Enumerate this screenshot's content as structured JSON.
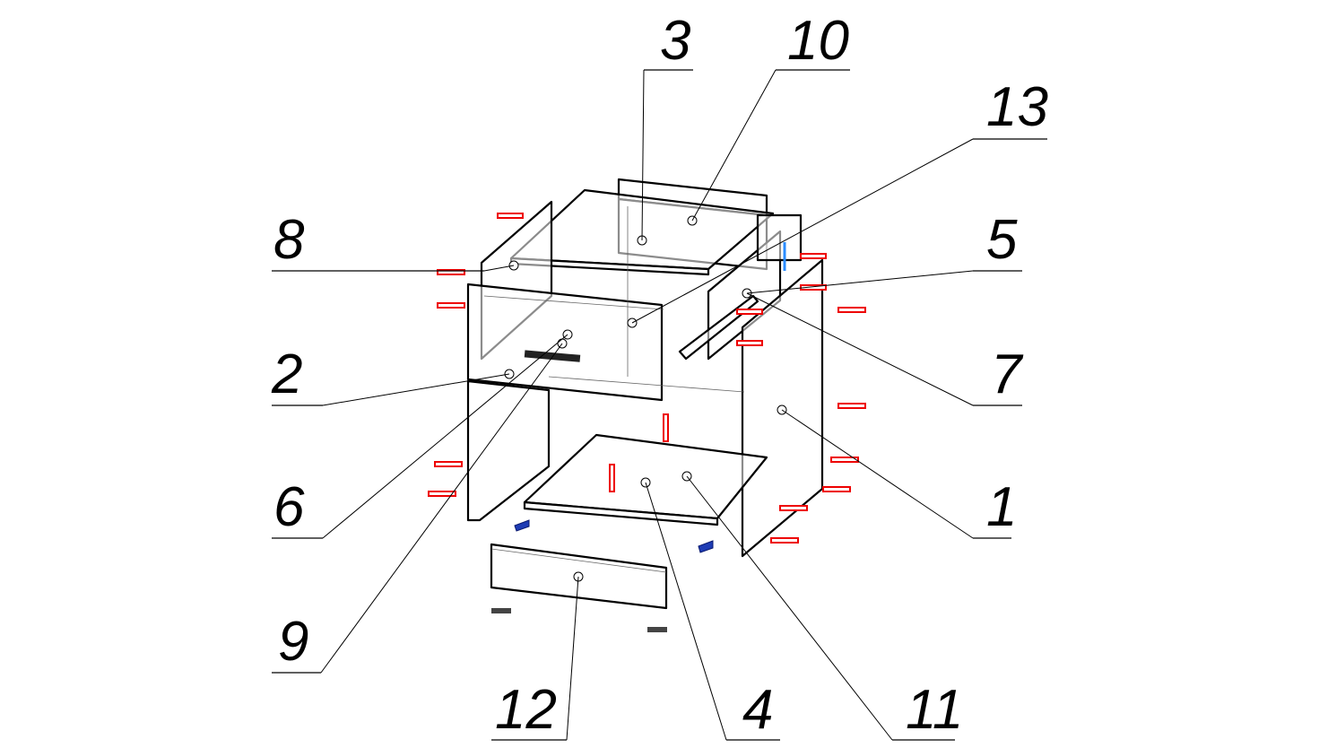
{
  "diagram": {
    "type": "exploded-assembly",
    "callouts": [
      {
        "id": "1",
        "label": "1"
      },
      {
        "id": "2",
        "label": "2"
      },
      {
        "id": "3",
        "label": "3"
      },
      {
        "id": "4",
        "label": "4"
      },
      {
        "id": "5",
        "label": "5"
      },
      {
        "id": "6",
        "label": "6"
      },
      {
        "id": "7",
        "label": "7"
      },
      {
        "id": "8",
        "label": "8"
      },
      {
        "id": "9",
        "label": "9"
      },
      {
        "id": "10",
        "label": "10"
      },
      {
        "id": "11",
        "label": "11"
      },
      {
        "id": "12",
        "label": "12"
      },
      {
        "id": "13",
        "label": "13"
      }
    ],
    "colors": {
      "fastener": "#e00000",
      "support": "#1e3cb4",
      "clip": "#2a8cff"
    }
  }
}
